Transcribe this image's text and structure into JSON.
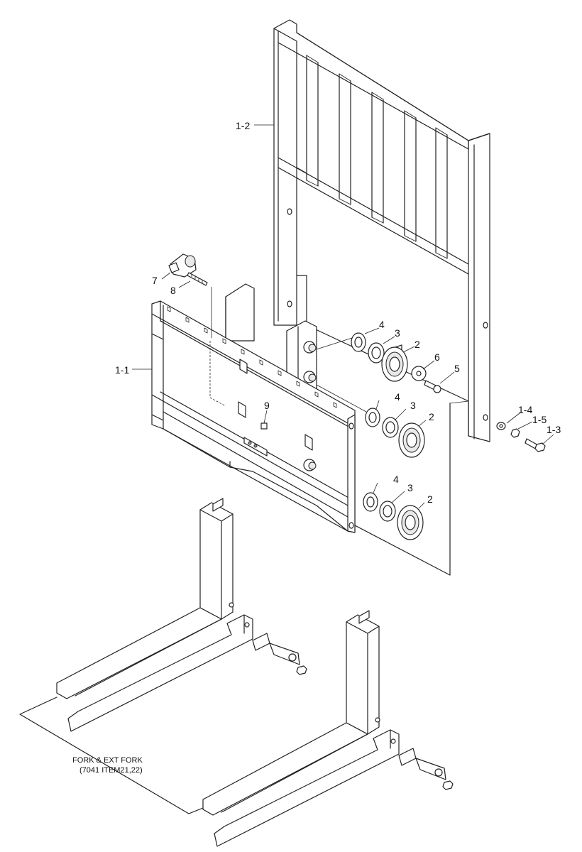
{
  "callouts": {
    "c1_2": "1-2",
    "c1_1": "1-1",
    "c7": "7",
    "c8": "8",
    "c9": "9",
    "c4a": "4",
    "c3a": "3",
    "c2a": "2",
    "c6": "6",
    "c5": "5",
    "c4b": "4",
    "c3b": "3",
    "c2b": "2",
    "c4c": "4",
    "c3c": "3",
    "c2c": "2",
    "c1_4": "1-4",
    "c1_5": "1-5",
    "c1_3": "1-3"
  },
  "note": {
    "line1": "FORK & EXT FORK",
    "line2": "(7041 ITEM21,22)"
  }
}
